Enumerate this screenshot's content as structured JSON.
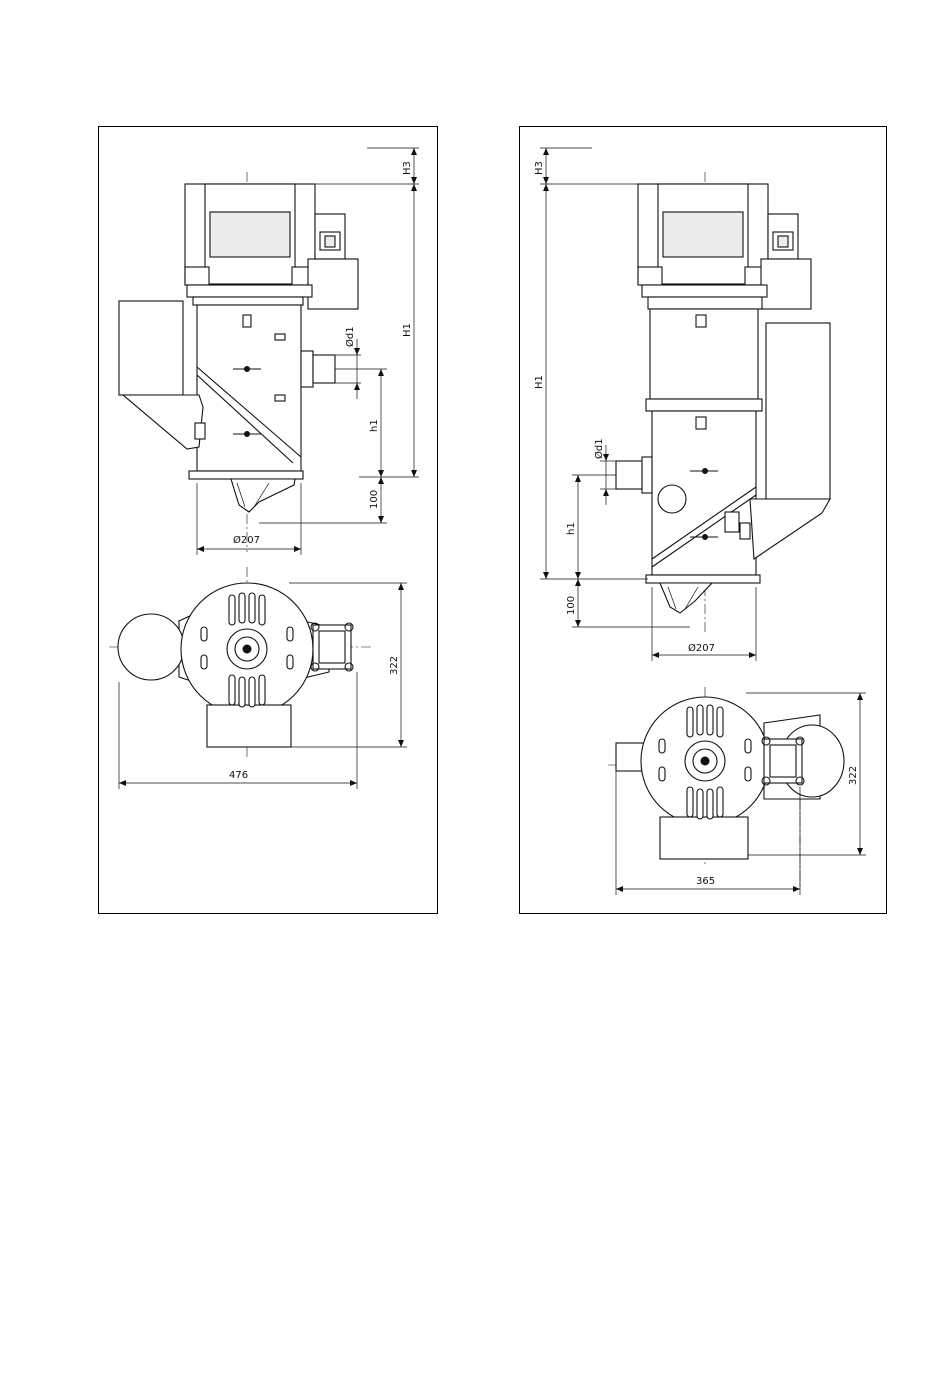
{
  "left_drawing": {
    "H3": "H3",
    "H1": "H1",
    "d1": "Ød1",
    "h1": "h1",
    "d100": "100",
    "dia207": "Ø207",
    "w476": "476",
    "h322": "322"
  },
  "right_drawing": {
    "H3": "H3",
    "H1": "H1",
    "d1": "Ød1",
    "h1": "h1",
    "d100": "100",
    "dia207": "Ø207",
    "w365": "365",
    "h322": "322"
  }
}
